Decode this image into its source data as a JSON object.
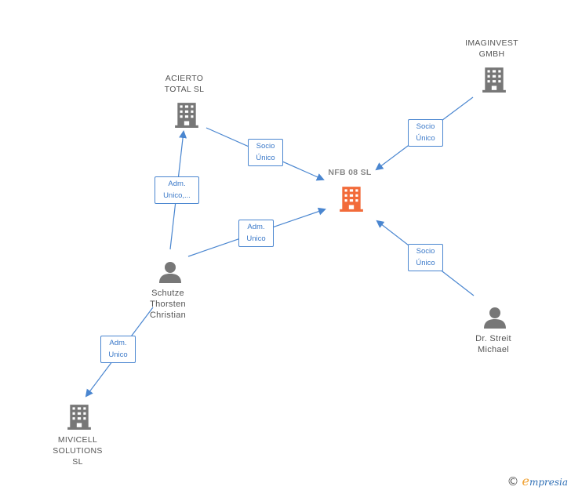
{
  "nodes": {
    "acierto": {
      "label": "ACIERTO\nTOTAL  SL",
      "type": "company",
      "color": "#777777"
    },
    "imaginvest": {
      "label": "IMAGINVEST\nGMBH",
      "type": "company",
      "color": "#777777"
    },
    "nfb": {
      "label": "NFB 08  SL",
      "type": "company",
      "color": "#f26b3a"
    },
    "schutze": {
      "label": "Schutze\nThorsten\nChristian",
      "type": "person",
      "color": "#777777"
    },
    "streit": {
      "label": "Dr.  Streit\nMichael",
      "type": "person",
      "color": "#777777"
    },
    "mivicell": {
      "label": "MIVICELL\nSOLUTIONS\nSL",
      "type": "company",
      "color": "#777777"
    }
  },
  "edges": {
    "acierto_nfb": "Socio\nÚnico",
    "imaginvest_nfb": "Socio\nÚnico",
    "schutze_acierto": "Adm.\nUnico,...",
    "schutze_nfb": "Adm.\nUnico",
    "streit_nfb": "Socio\nÚnico",
    "schutze_mivicell": "Adm.\nUnico"
  },
  "footer": {
    "copyright_icon": "copyright-icon",
    "brand_initial": "e",
    "brand_text": "mpresia"
  },
  "colors": {
    "edge": "#4a86d0",
    "focus": "#f26b3a",
    "node": "#777777"
  }
}
